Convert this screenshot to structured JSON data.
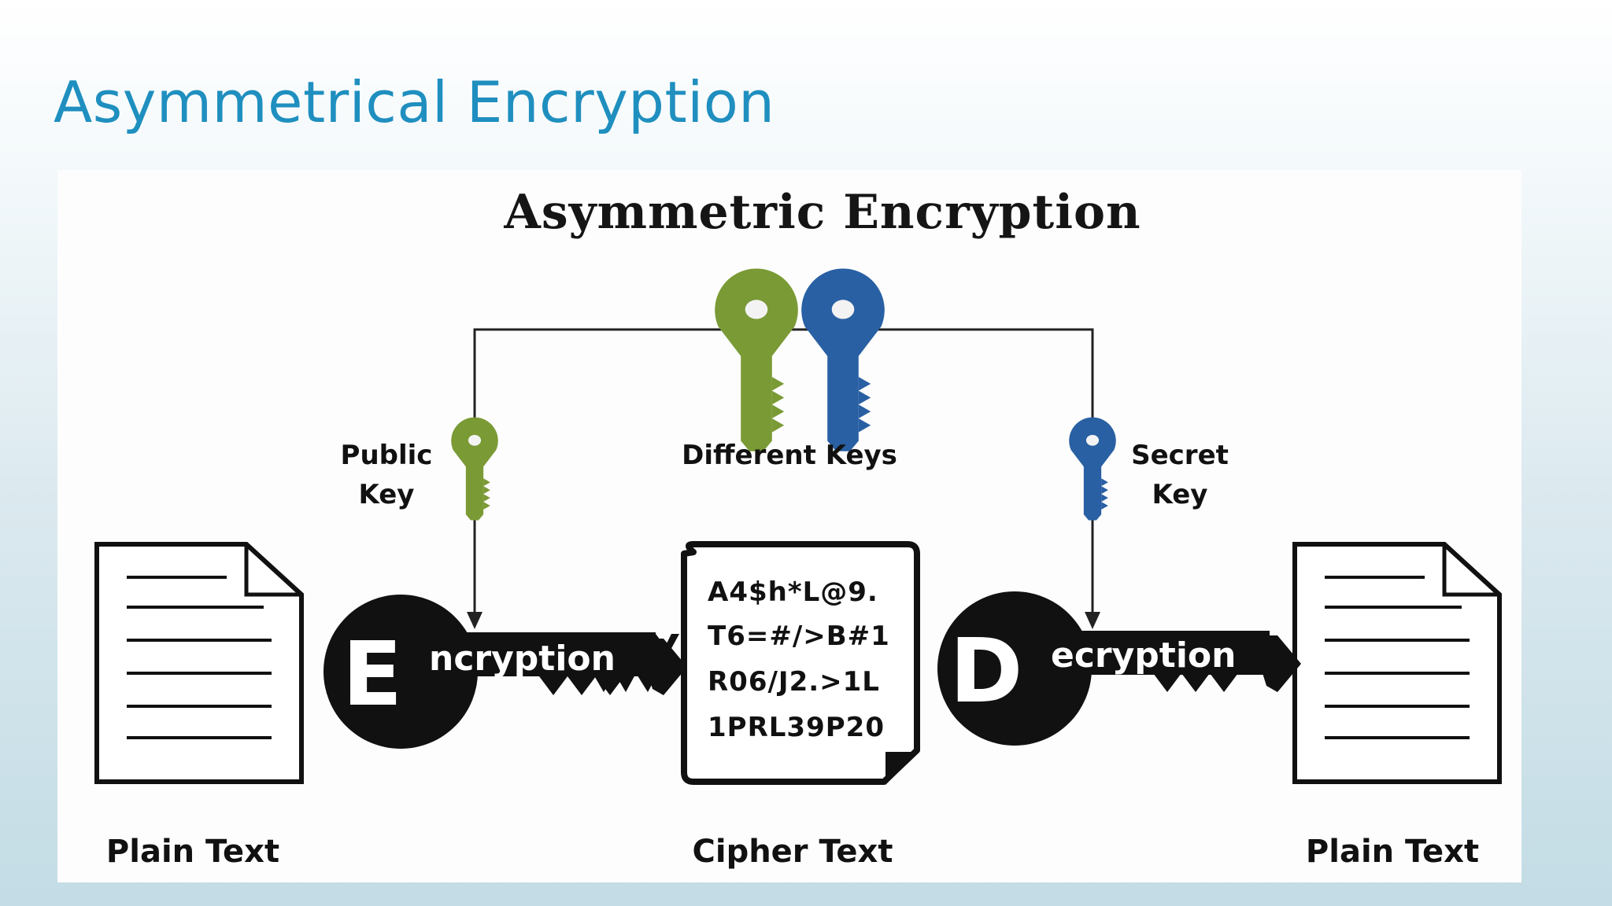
{
  "slide": {
    "title": "Asymmetrical Encryption"
  },
  "diagram": {
    "title": "Asymmetric Encryption",
    "different_keys_label": "Different Keys",
    "public_key_label": [
      "Public",
      "Key"
    ],
    "secret_key_label": [
      "Secret",
      "Key"
    ],
    "encryption": {
      "initial": "E",
      "rest": "ncryption"
    },
    "decryption": {
      "initial": "D",
      "rest": "ecryption"
    },
    "cipher_lines": [
      "A4$h*L@9.",
      "T6=#/>B#1",
      "R06/J2.>1L",
      "1PRL39P20"
    ],
    "captions": {
      "left": "Plain Text",
      "center": "Cipher Text",
      "right": "Plain Text"
    },
    "colors": {
      "title_blue": "#1f8fbf",
      "public_key_green": "#7a9a35",
      "secret_key_blue": "#2960a3",
      "ink": "#111111"
    },
    "icons": [
      "document-icon",
      "key-icon",
      "cipher-document-icon"
    ]
  }
}
